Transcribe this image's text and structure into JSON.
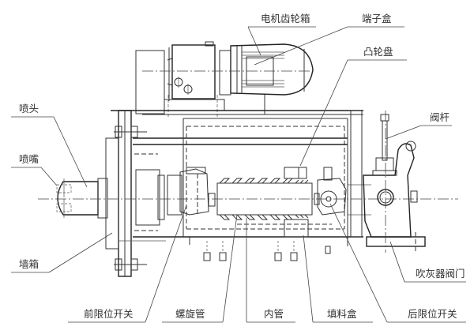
{
  "diagram": {
    "type": "mechanical-assembly-drawing",
    "labels": {
      "motor_gearbox": "电机齿轮箱",
      "terminal_box": "端子盒",
      "cam_disc": "凸轮盘",
      "valve_stem": "阀杆",
      "spray_head": "喷头",
      "nozzle": "喷嘴",
      "wall_box": "墙箱",
      "front_limit_switch": "前限位开关",
      "spiral_tube": "螺旋管",
      "inner_tube": "内管",
      "packing_box": "填料盒",
      "rear_limit_switch": "后限位开关",
      "sootblower_valve": "吹灰器阀门"
    },
    "colors": {
      "line": "#333333",
      "background": "#ffffff"
    }
  }
}
